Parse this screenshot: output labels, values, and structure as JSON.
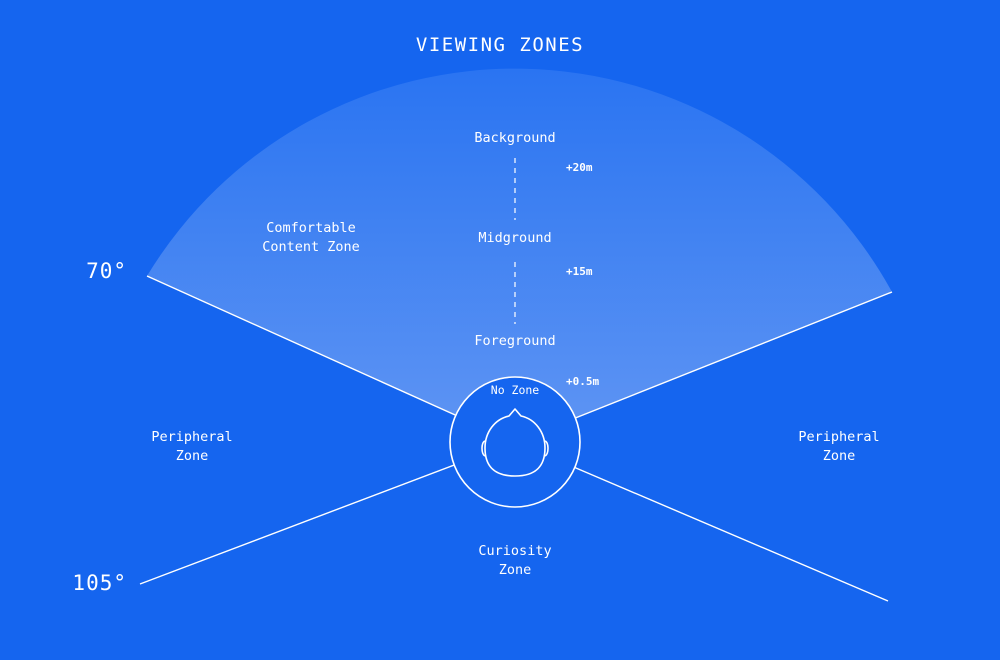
{
  "title": "VIEWING ZONES",
  "zones": {
    "comfortable": [
      "Comfortable",
      "Content Zone"
    ],
    "peripheral_left": [
      "Peripheral",
      "Zone"
    ],
    "peripheral_right": [
      "Peripheral",
      "Zone"
    ],
    "curiosity": [
      "Curiosity",
      "Zone"
    ],
    "no_zone": "No Zone"
  },
  "depth_levels": {
    "background": "Background",
    "midground": "Midground",
    "foreground": "Foreground"
  },
  "distances": {
    "far": "+20m",
    "mid": "+15m",
    "near": "+0.5m"
  },
  "angles": {
    "comfortable": "70°",
    "peripheral": "105°"
  },
  "colors": {
    "background": "#1565EF",
    "cone_top": "#2A74F2",
    "cone_bottom": "#5F95F3",
    "lines": "#FFFFFF"
  }
}
